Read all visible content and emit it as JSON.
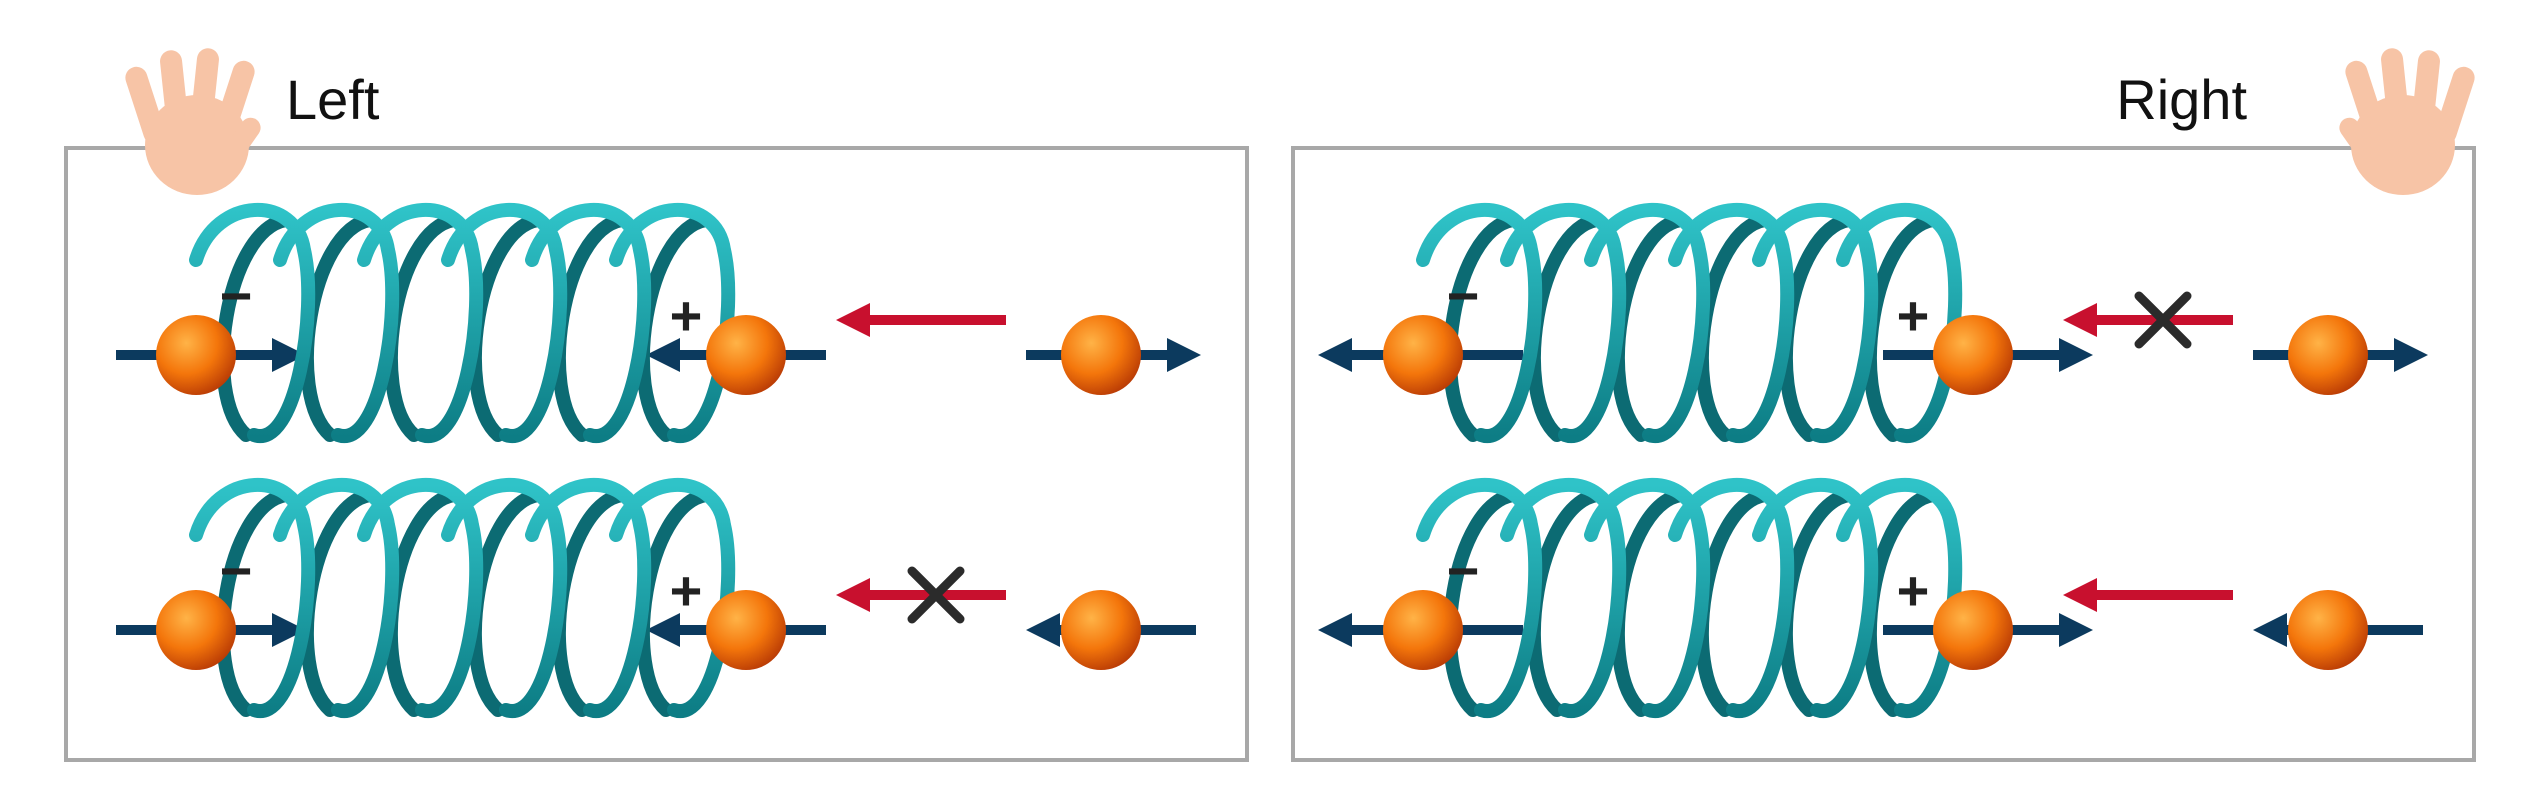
{
  "labels": {
    "left": "Left",
    "right": "Right"
  },
  "signs": {
    "minus": "−",
    "plus": "+"
  },
  "colors": {
    "coil": "#169ea5",
    "coil_dark": "#0c6b73",
    "particle": "#f4760b",
    "particle_dark": "#c43f06",
    "arrow_blue": "#0c3a5e",
    "arrow_red": "#c8102e",
    "forbid_x": "#2b2b2b",
    "hand": "#f7c4a6",
    "frame": "#a8a8a8"
  },
  "panels": [
    {
      "side": "left",
      "rows": [
        {
          "spin_arrows": "inward",
          "momentum_arrow": "allowed",
          "free_particle_arrow": "right"
        },
        {
          "spin_arrows": "inward",
          "momentum_arrow": "forbidden",
          "free_particle_arrow": "left"
        }
      ]
    },
    {
      "side": "right",
      "rows": [
        {
          "spin_arrows": "outward",
          "momentum_arrow": "forbidden",
          "free_particle_arrow": "right"
        },
        {
          "spin_arrows": "outward",
          "momentum_arrow": "allowed",
          "free_particle_arrow": "left"
        }
      ]
    }
  ]
}
